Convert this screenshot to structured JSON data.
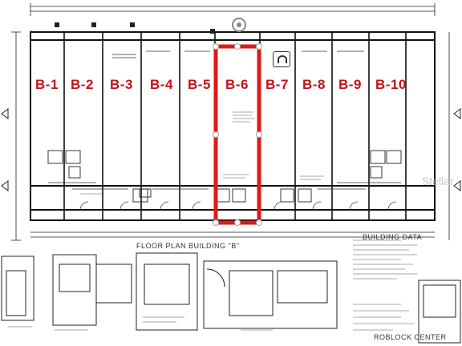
{
  "units": [
    "B-1",
    "B-2",
    "B-3",
    "B-4",
    "B-5",
    "B-6",
    "B-7",
    "B-8",
    "B-9",
    "B-10"
  ],
  "selected_unit": "B-6",
  "plan": {
    "title": "FLOOR PLAN BUILDING \"B\"",
    "data_title": "BUILDING DATA",
    "project": "ROBLOCK CENTER"
  },
  "watermark": "Stellar",
  "colors": {
    "label": "#c0141b",
    "highlight": "#e01818",
    "ink": "#222222"
  },
  "icons": {
    "rotate": "rotate-handle-icon",
    "overlay": "image-overlay-icon"
  }
}
